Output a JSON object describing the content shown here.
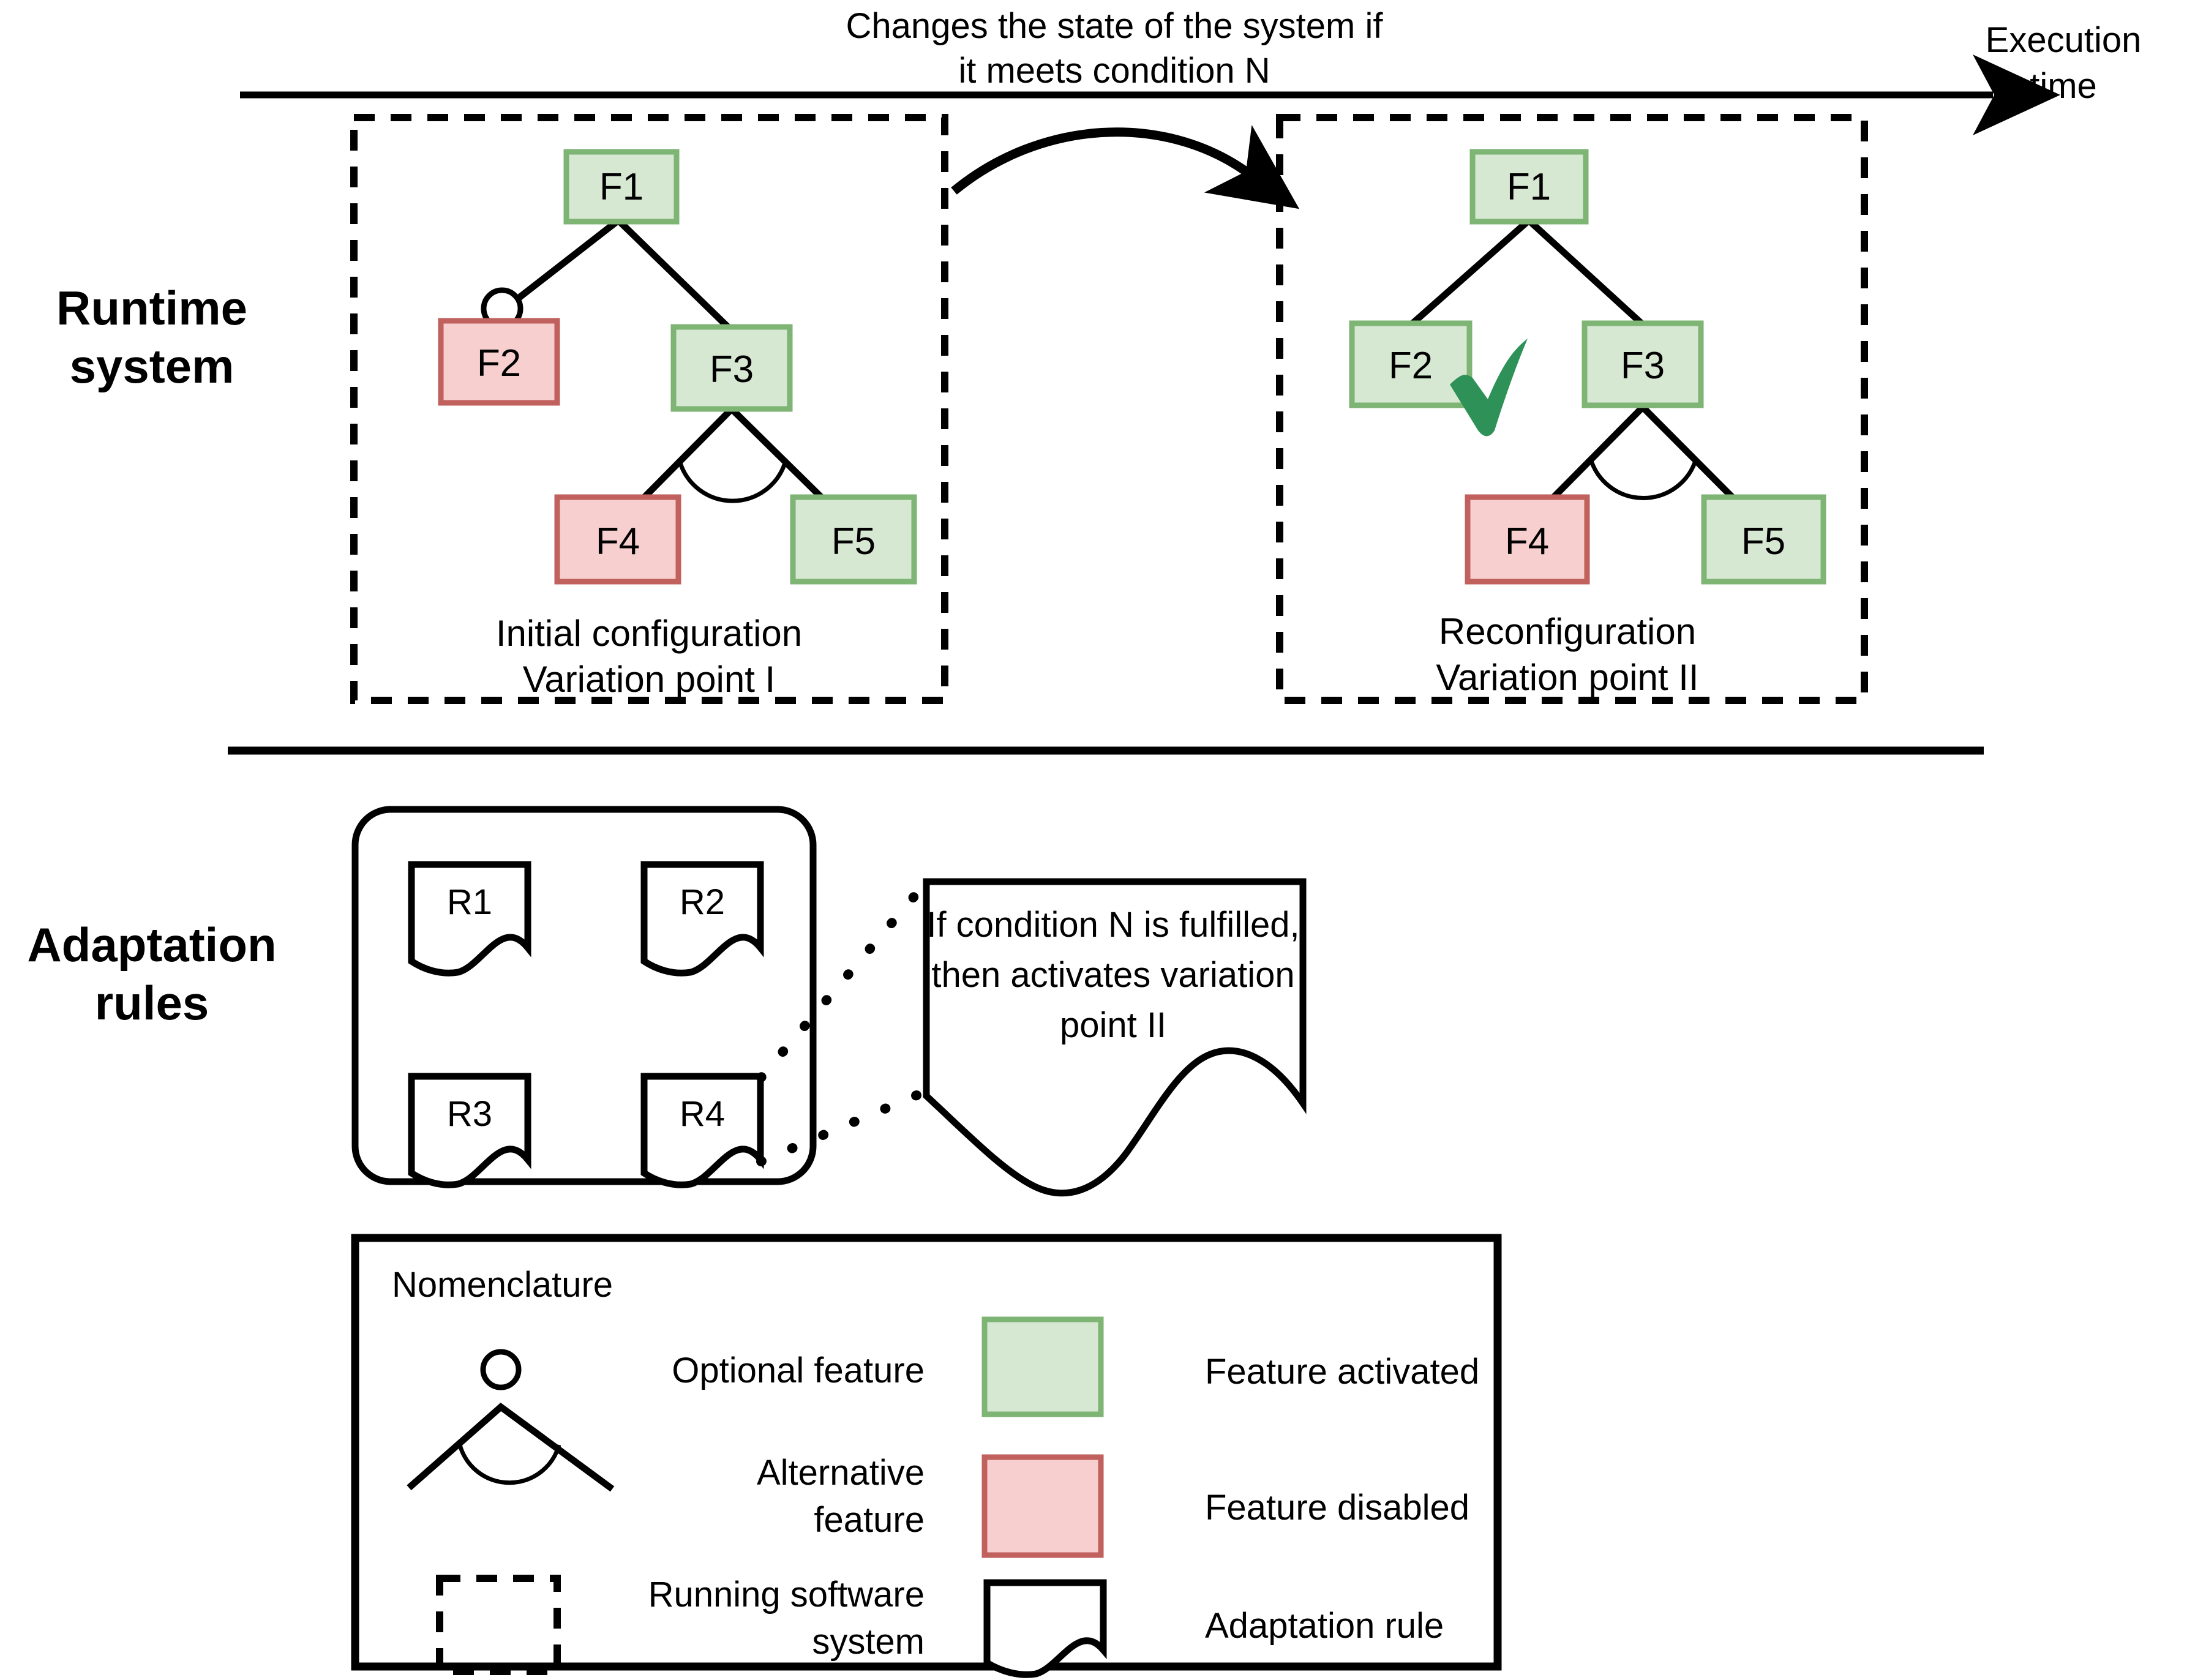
{
  "figure": {
    "type": "diagram",
    "subject": "Runtime feature-model reconfiguration driven by adaptation rules"
  },
  "timeline": {
    "arrow_label_line1": "Changes the state of the system if",
    "arrow_label_line2": "it meets condition N",
    "axis_label_line1": "Execution",
    "axis_label_line2": "time"
  },
  "sections": {
    "runtime_line1": "Runtime",
    "runtime_line2": "system",
    "adaptation_line1": "Adaptation",
    "adaptation_line2": "rules"
  },
  "trees": {
    "left": {
      "caption_line1": "Initial configuration",
      "caption_line2": "Variation point I",
      "nodes": {
        "f1": "F1",
        "f2": "F2",
        "f3": "F3",
        "f4": "F4",
        "f5": "F5"
      },
      "states": {
        "f1": "activated",
        "f2": "disabled",
        "f3": "activated",
        "f4": "disabled",
        "f5": "activated"
      },
      "has_optional_marker_on": "F2",
      "has_alternative_arc_between": "F4-F5",
      "has_checkmark": false
    },
    "right": {
      "caption_line1": "Reconfiguration",
      "caption_line2": "Variation point II",
      "nodes": {
        "f1": "F1",
        "f2": "F2",
        "f3": "F3",
        "f4": "F4",
        "f5": "F5"
      },
      "states": {
        "f1": "activated",
        "f2": "activated",
        "f3": "activated",
        "f4": "disabled",
        "f5": "activated"
      },
      "has_optional_marker_on": null,
      "has_alternative_arc_between": "F4-F5",
      "has_checkmark": true,
      "checkmark_on": "F2"
    }
  },
  "rules": {
    "cards": [
      "R1",
      "R2",
      "R3",
      "R4"
    ],
    "callout_line1": "If condition N is fulfilled,",
    "callout_line2": "then activates variation",
    "callout_line3": "point II",
    "connector_from": "R4"
  },
  "legend": {
    "title": "Nomenclature",
    "items": [
      {
        "symbol": "optional-circle",
        "label": "Optional feature"
      },
      {
        "symbol": "alternative-arc",
        "label_line1": "Alternative",
        "label_line2": "feature"
      },
      {
        "symbol": "dashed-rectangle",
        "label_line1": "Running software",
        "label_line2": "system"
      },
      {
        "symbol": "green-swatch",
        "label": "Feature activated"
      },
      {
        "symbol": "red-swatch",
        "label": "Feature disabled"
      },
      {
        "symbol": "rule-card",
        "label": "Adaptation rule"
      }
    ]
  },
  "colors": {
    "feature_activated_fill": "#d6e8d2",
    "feature_activated_border": "#7eb474",
    "feature_disabled_fill": "#f7cfce",
    "feature_disabled_border": "#c0615d",
    "checkmark": "#2e9158",
    "line": "#000000",
    "background": "#ffffff"
  }
}
